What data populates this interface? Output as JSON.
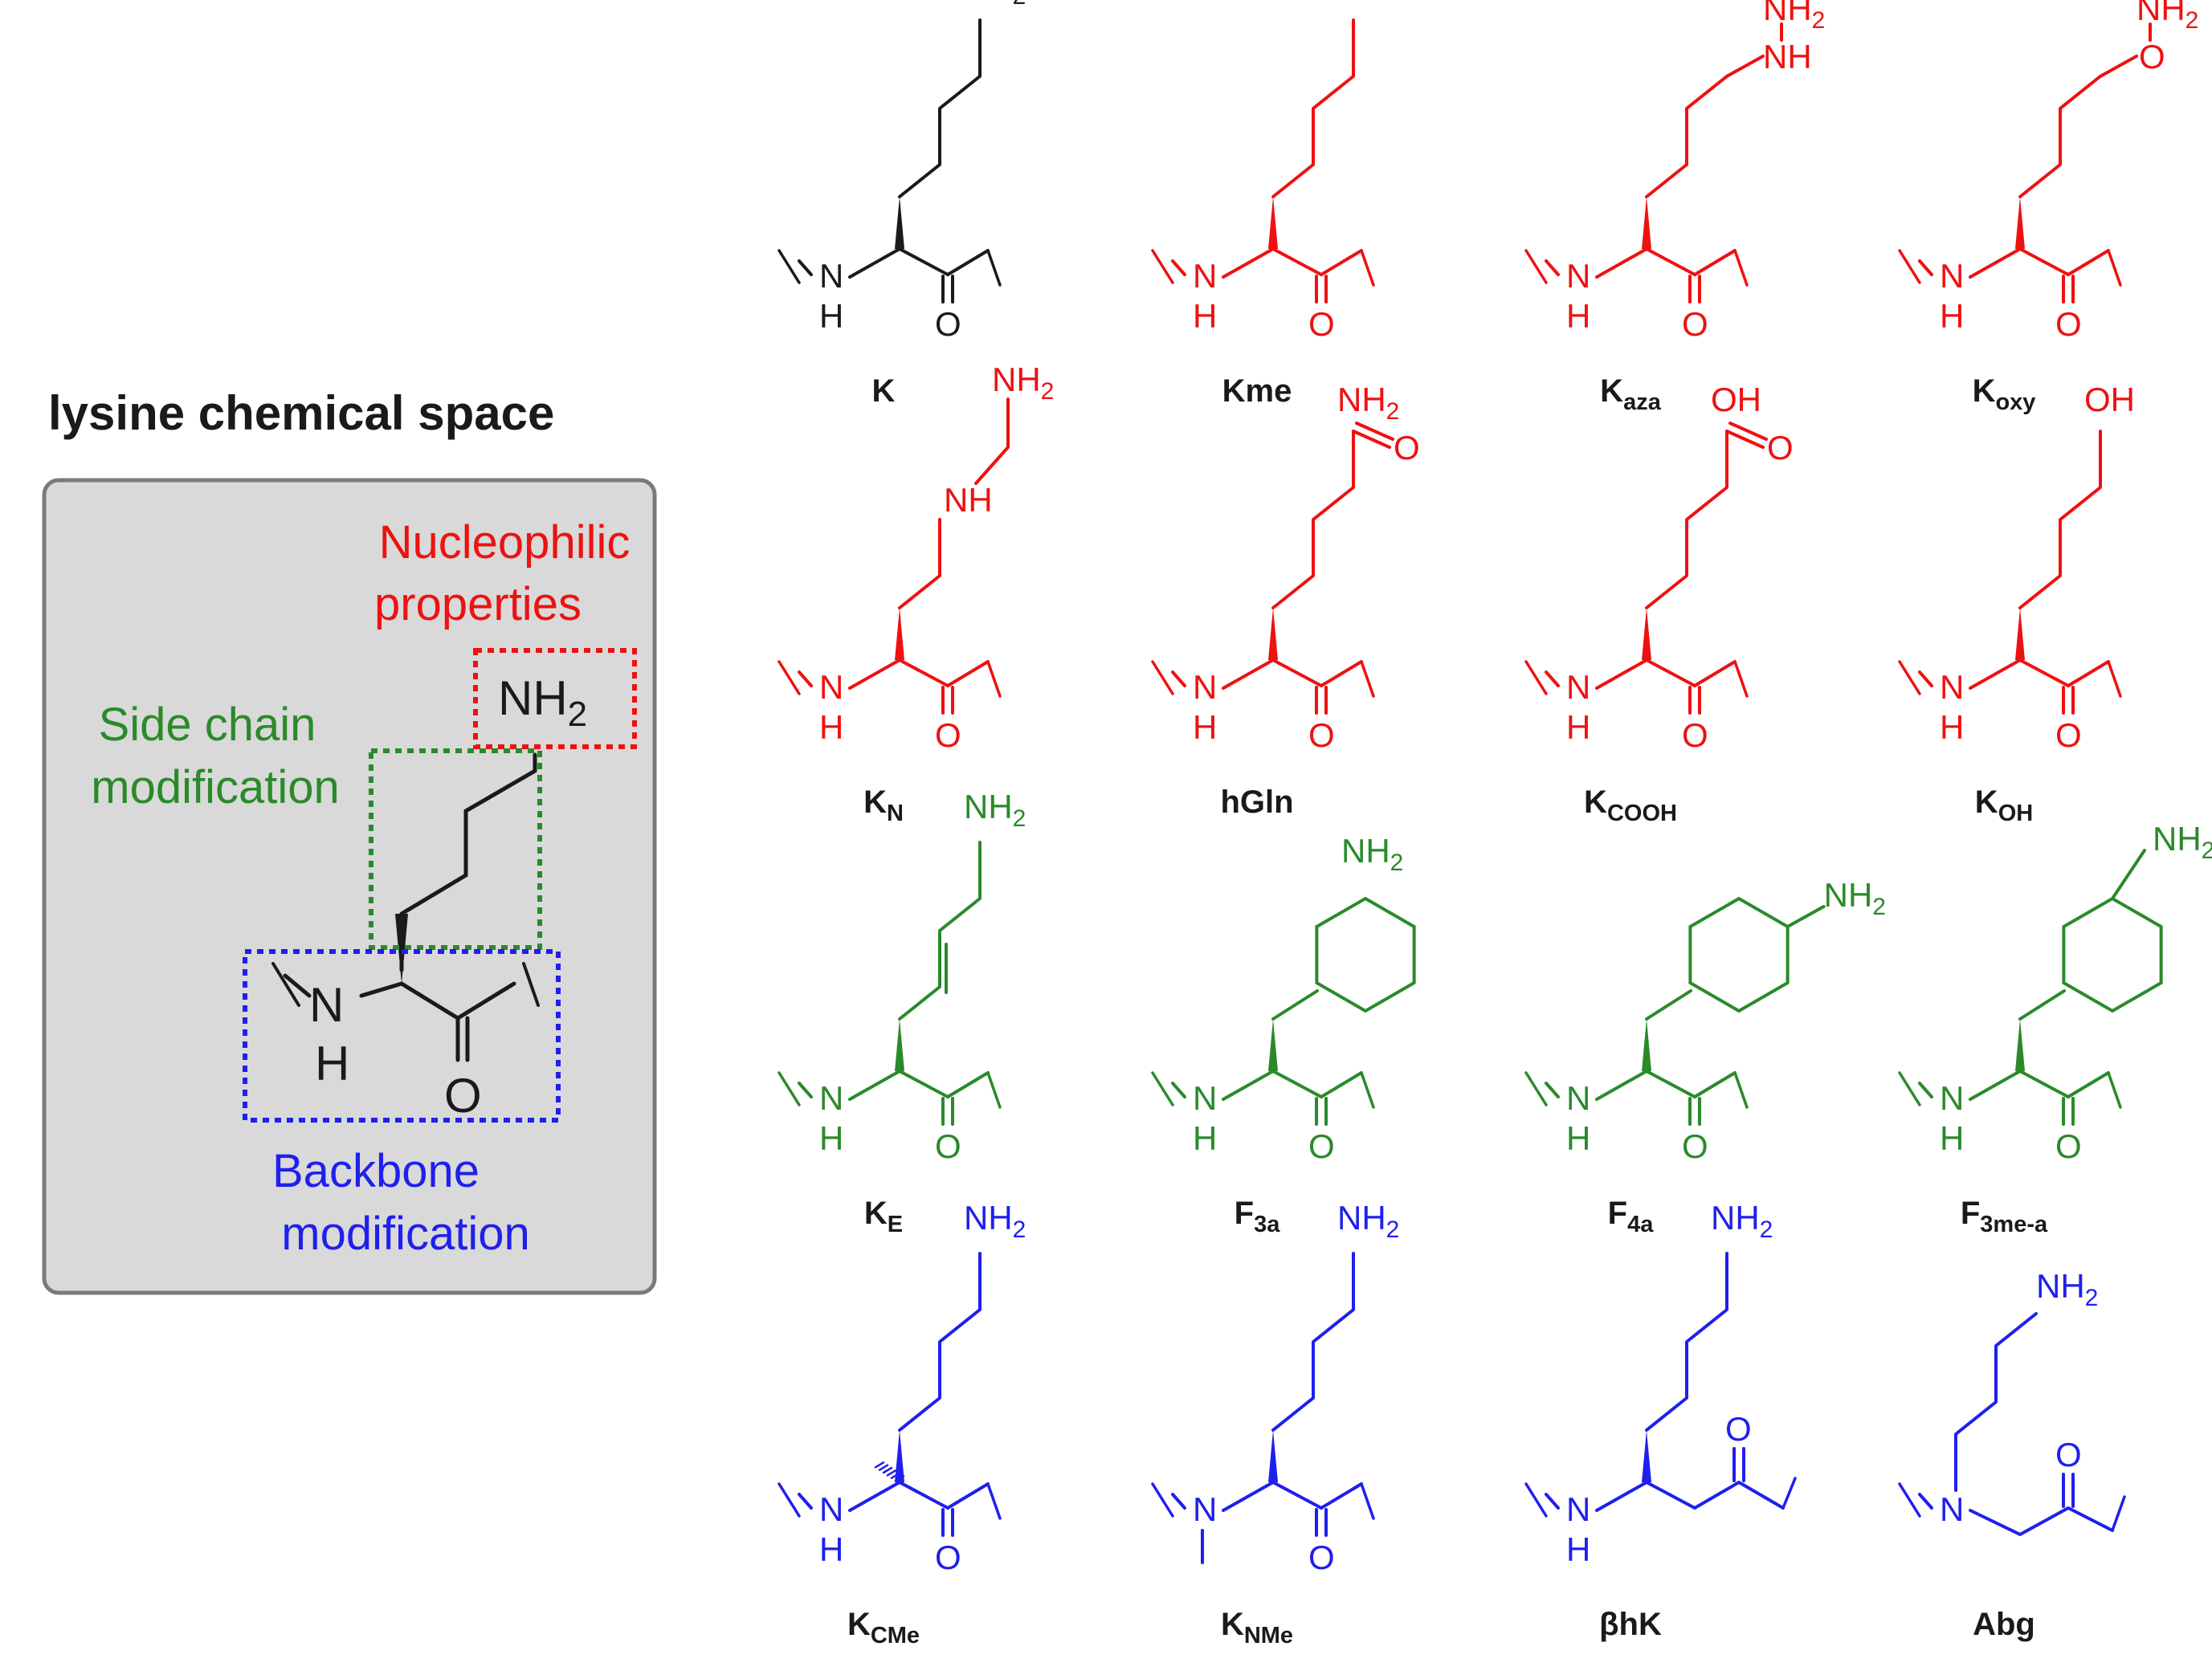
{
  "colors": {
    "black": "#1a1a1a",
    "red": "#ee1111",
    "green": "#2a8a2a",
    "blue": "#1f1fee",
    "panel_fill": "#d9d9d9",
    "panel_border": "#7a7a7a"
  },
  "overview": {
    "title": "lysine chemical space",
    "nucleophilic_line1": "Nucleophilic",
    "nucleophilic_line2": "properties",
    "sidechain_line1": "Side chain",
    "sidechain_line2": "modification",
    "backbone_line1": "Backbone",
    "backbone_line2": "modification"
  },
  "atoms": {
    "nh2": "NH",
    "sub2": "2",
    "nh": "NH",
    "n": "N",
    "h": "H",
    "o": "O",
    "oh": "OH"
  },
  "structures": [
    {
      "id": "K",
      "main": "K",
      "sub": "",
      "color": "black"
    },
    {
      "id": "Kme",
      "main": "Kme",
      "sub": "",
      "color": "red"
    },
    {
      "id": "Kaza",
      "main": "K",
      "sub": "aza",
      "color": "red"
    },
    {
      "id": "Koxy",
      "main": "K",
      "sub": "oxy",
      "color": "red"
    },
    {
      "id": "KN",
      "main": "K",
      "sub": "N",
      "color": "red"
    },
    {
      "id": "hGln",
      "main": "hGln",
      "sub": "",
      "color": "red"
    },
    {
      "id": "KCOOH",
      "main": "K",
      "sub": "COOH",
      "color": "red"
    },
    {
      "id": "KOH",
      "main": "K",
      "sub": "OH",
      "color": "red"
    },
    {
      "id": "KE",
      "main": "K",
      "sub": "E",
      "color": "green"
    },
    {
      "id": "F3a",
      "main": "F",
      "sub": "3a",
      "color": "green"
    },
    {
      "id": "F4a",
      "main": "F",
      "sub": "4a",
      "color": "green"
    },
    {
      "id": "F3mea",
      "main": "F",
      "sub": "3me-a",
      "color": "green"
    },
    {
      "id": "KCMe",
      "main": "K",
      "sub": "CMe",
      "color": "blue"
    },
    {
      "id": "KNMe",
      "main": "K",
      "sub": "NMe",
      "color": "blue"
    },
    {
      "id": "bhK",
      "main": "βhK",
      "sub": "",
      "color": "blue"
    },
    {
      "id": "Abg",
      "main": "Abg",
      "sub": "",
      "color": "blue"
    }
  ]
}
